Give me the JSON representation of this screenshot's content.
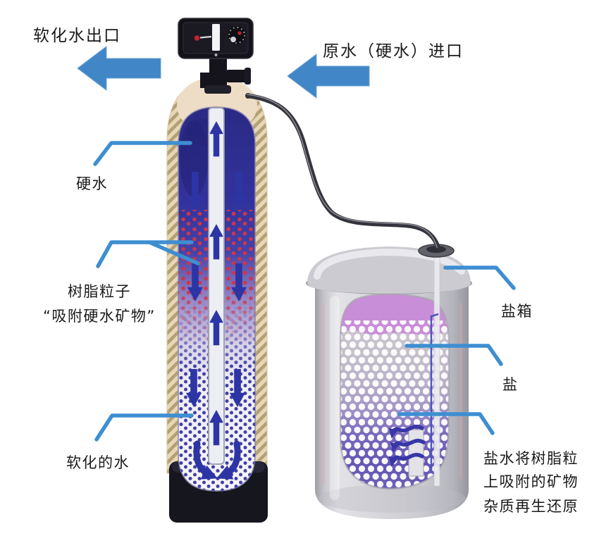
{
  "title": "水软化器工作原理示意图",
  "labels": {
    "outlet": "软化水出口",
    "inlet": "原水（硬水）进口",
    "hard_water": "硬水",
    "resin_line1": "树脂粒子",
    "resin_line2": "“吸附硬水矿物”",
    "softened_water": "软化的水",
    "salt_tank": "盐箱",
    "salt": "盐",
    "brine_line1": "盐水将树脂粒",
    "brine_line2": "上吸附的矿物",
    "brine_line3": "杂质再生还原"
  },
  "icons": {
    "outlet-arrow-icon": "◀",
    "inlet-arrow-icon": "◀",
    "flow-up-arrow-icon": "↑",
    "flow-down-arrow-icon": "↓",
    "brine-flow-icon": "≋"
  },
  "colors": {
    "background": "#ffffff",
    "label_text": "#1a1a1a",
    "big_arrow_blue": "#4186c6",
    "leader_line_blue": "#3e8ed2",
    "flow_arrow_blue": "#2d35a5",
    "tank_inner_navy": "#2b2b86",
    "resin_dot_red": "#d23448",
    "softened_dot_blue": "#4040a6",
    "shell_cream": "#e9d9ba",
    "shell_hatch_tan": "#b5a276",
    "tank_base_black": "#16161f",
    "valve_black": "#131219",
    "valve_red_dot": "#c2232e",
    "hose_grey": "#33333b",
    "salt_body_grey": "#d8d8dc",
    "salt_top_purple": "#c98ed8",
    "brine_blue_purple": "#6a5cb8",
    "salt_pellet_white": "#ffffff"
  }
}
